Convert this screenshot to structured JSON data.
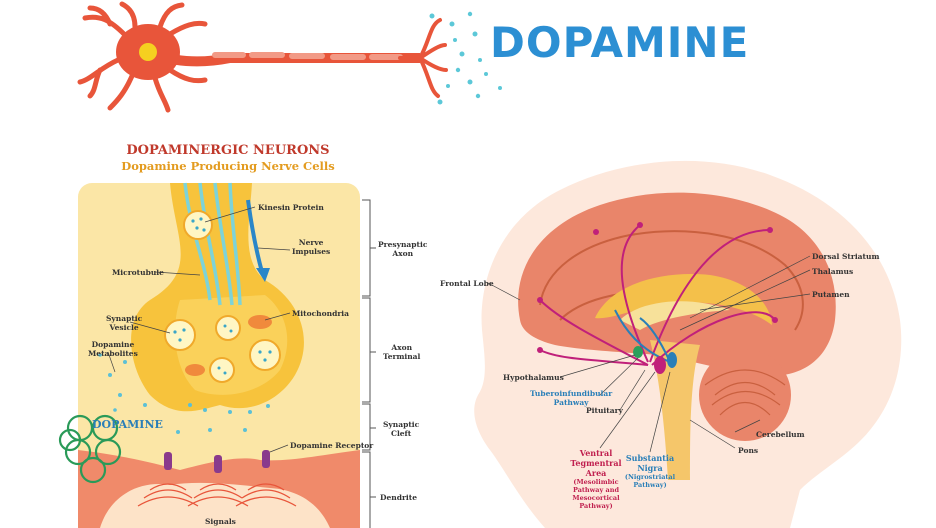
{
  "title": "DOPAMINE",
  "neuron_panel": {
    "title": "DOPAMINERGIC NEURONS",
    "subtitle": "Dopamine Producing Nerve Cells",
    "labels": {
      "kinesin": "Kinesin Protein",
      "nerve_impulses": "Nerve\nImpulses",
      "microtubule": "Microtubule",
      "mitochondria": "Mitochondria",
      "synaptic_vesicle": "Synaptic\nVesicle",
      "dopamine_metabolites": "Dopamine\nMetabolites",
      "dopamine": "DOPAMINE",
      "dopamine_receptor": "Dopamine Receptor",
      "signals": "Signals"
    },
    "brackets": {
      "presynaptic": "Presynaptic\nAxon",
      "axon_terminal": "Axon\nTerminal",
      "synaptic_cleft": "Synaptic\nCleft",
      "dendrite": "Dendrite"
    }
  },
  "brain_panel": {
    "labels": {
      "frontal_lobe": "Frontal Lobe",
      "dorsal_striatum": "Dorsal Striatum",
      "thalamus": "Thalamus",
      "putamen": "Putamen",
      "hypothalamus": "Hypothalamus",
      "tuberoinfundibular": "Tuberoinfundibular\nPathway",
      "pituitary": "Pituitary",
      "cerebellum": "Cerebellum",
      "pons": "Pons",
      "vta_title": "Ventral\nTegmentral\nArea",
      "vta_sub": "(Mesolimbic\nPathway and\nMesocortical\nPathway)",
      "sn_title": "Substantia\nNigra",
      "sn_sub": "(Nigrostriatal\nPathway)"
    }
  },
  "colors": {
    "title_blue": "#2c8fd3",
    "neuron_red": "#e8553a",
    "panel_yellow": "#fbe6a6",
    "pathway_magenta": "#c0207a"
  }
}
